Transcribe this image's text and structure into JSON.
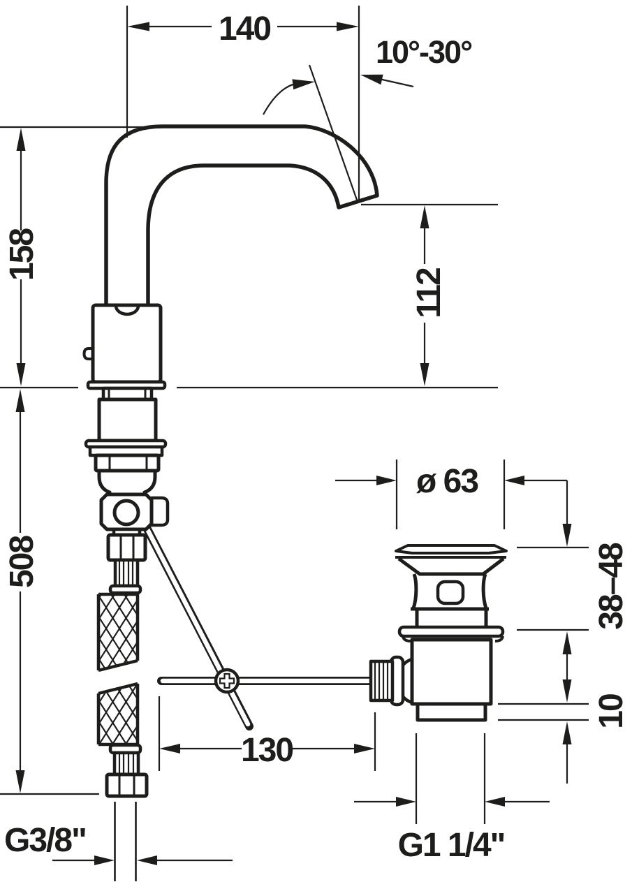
{
  "drawing": {
    "colors": {
      "line": "#1d1d1b",
      "background": "#ffffff"
    },
    "dimensions": {
      "spout_reach": "140",
      "spout_angle_range": "10°-30°",
      "spout_height": "158",
      "outlet_height": "112",
      "drain_flange_diameter": "ø 63",
      "mounting_thickness_range": "38–48",
      "supply_hose_length": "508",
      "popup_rod_offset": "130",
      "thread_exposure": "10",
      "supply_thread": "G3/8\"",
      "waste_thread": "G1 1/4\""
    }
  }
}
